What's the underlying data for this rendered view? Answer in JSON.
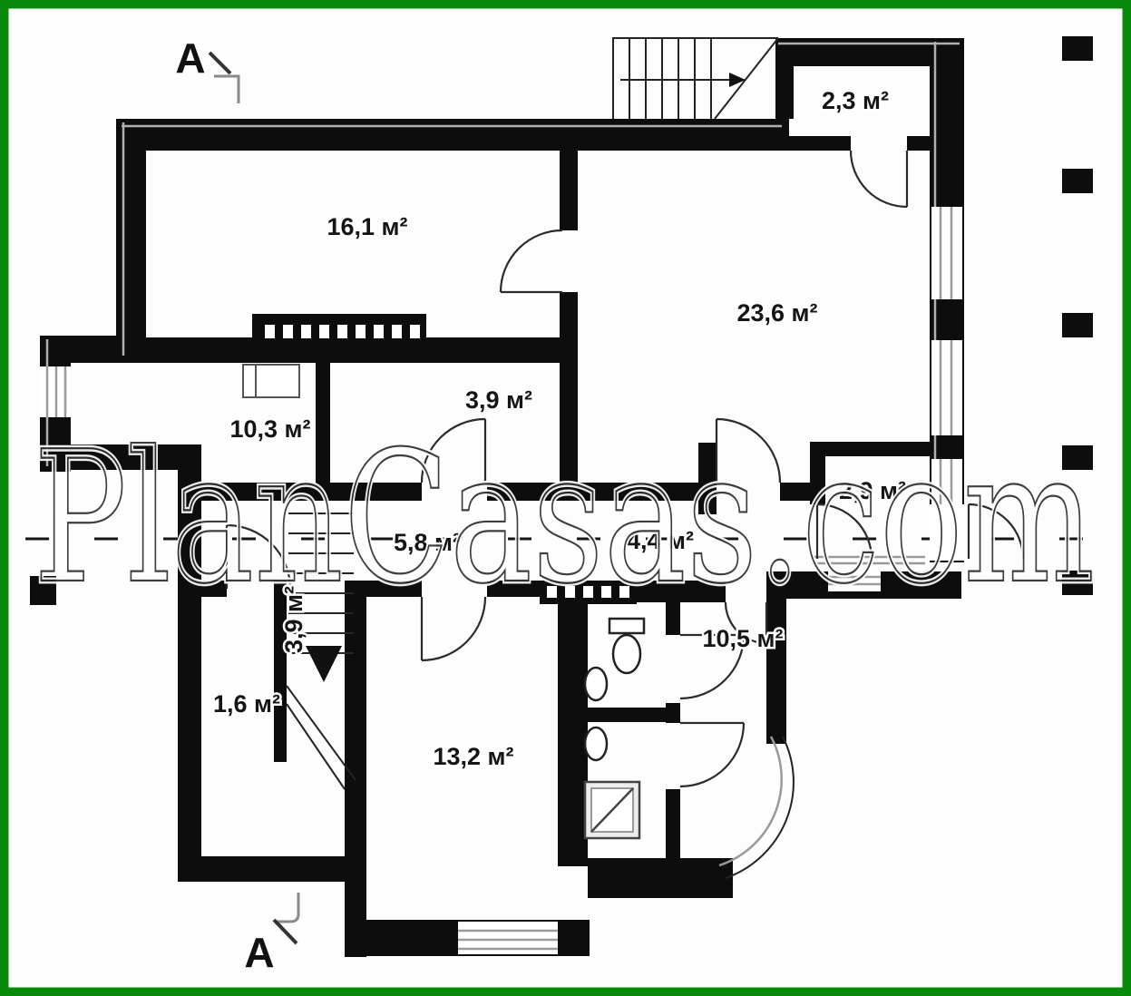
{
  "watermark": {
    "text": "PlanCasas.com"
  },
  "colors": {
    "frame_green": "#0a8a0a",
    "wall_black": "#0d0d0d",
    "axis_dash": "#151515"
  },
  "section_markers": {
    "top": "A",
    "bottom": "A"
  },
  "rooms": [
    {
      "name": "room-16-1",
      "label": "16,1 м²"
    },
    {
      "name": "room-23-6",
      "label": "23,6 м²"
    },
    {
      "name": "room-2-3",
      "label": "2,3 м²"
    },
    {
      "name": "room-10-3",
      "label": "10,3 м²"
    },
    {
      "name": "room-3-9",
      "label": "3,9 м²"
    },
    {
      "name": "room-2-9",
      "label": "2,9 м²"
    },
    {
      "name": "hall-5-8",
      "label": "5,8 м²"
    },
    {
      "name": "hall-4-4",
      "label": "4,4 м²"
    },
    {
      "name": "room-10-5",
      "label": "10,5 м²"
    },
    {
      "name": "stair-3-9",
      "label": "3,9 м²"
    },
    {
      "name": "room-1-6",
      "label": "1,6 м²"
    },
    {
      "name": "room-13-2",
      "label": "13,2 м²"
    }
  ]
}
